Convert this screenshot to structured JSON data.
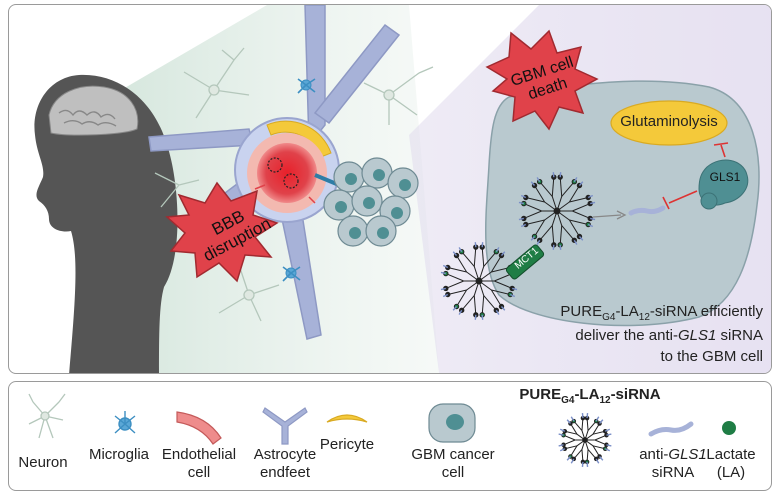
{
  "main": {
    "bbb_label_1": "BBB",
    "bbb_label_2": "disruption",
    "death_label_1": "GBM cell",
    "death_label_2": "death",
    "glutaminolysis": "Glutaminolysis",
    "gls1": "GLS1",
    "mct1": "MCT1",
    "caption": {
      "line1_a": "PURE",
      "line1_sub1": "G4",
      "line1_b": "-LA",
      "line1_sub2": "12",
      "line1_c": "-siRNA efficiently",
      "line2_a": "deliver the anti-",
      "line2_italic": "GLS1",
      "line2_b": " siRNA",
      "line3": "to the GBM cell"
    }
  },
  "legend": {
    "neuron": "Neuron",
    "microglia": "Microglia",
    "endothelial_1": "Endothelial",
    "endothelial_2": "cell",
    "astrocyte_1": "Astrocyte",
    "astrocyte_2": "endfeet",
    "pericyte": "Pericyte",
    "gbm_1": "GBM cancer",
    "gbm_2": "cell",
    "pure_a": "PURE",
    "pure_sub1": "G4",
    "pure_b": "-LA",
    "pure_sub2": "12",
    "pure_c": "-siRNA",
    "sirna_a": "anti-",
    "sirna_italic": "GLS1",
    "sirna_2": "siRNA",
    "lactate_1": "Lactate",
    "lactate_2": "(LA)"
  },
  "colors": {
    "gbm_cell": "#b9c9cf",
    "nucleus": "#4f8f93",
    "burst": "#e0424a",
    "glutaminolysis": "#f4c93a",
    "astrocyte": "#a7b2d8",
    "lactate": "#1f7d45",
    "dendrimer": "#222222"
  }
}
